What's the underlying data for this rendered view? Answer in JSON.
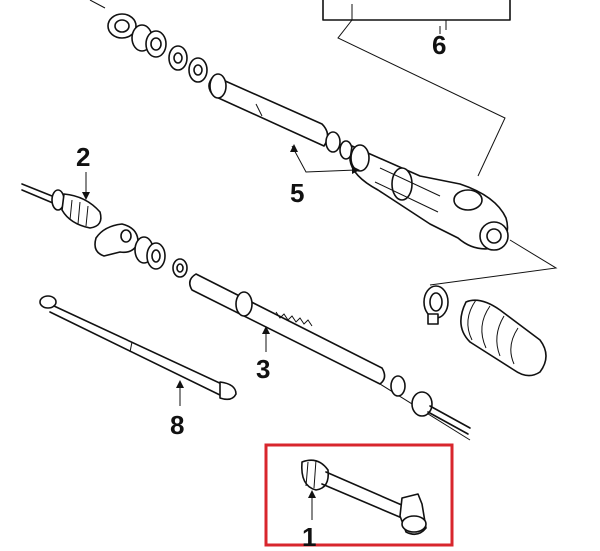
{
  "diagram": {
    "callouts": [
      {
        "id": "part-1",
        "label": "1"
      },
      {
        "id": "part-2",
        "label": "2"
      },
      {
        "id": "part-3",
        "label": "3"
      },
      {
        "id": "part-5",
        "label": "5"
      },
      {
        "id": "part-6",
        "label": "6"
      },
      {
        "id": "part-8",
        "label": "8"
      }
    ],
    "highlight_color": "#d8262d",
    "ink_color": "#111111"
  }
}
